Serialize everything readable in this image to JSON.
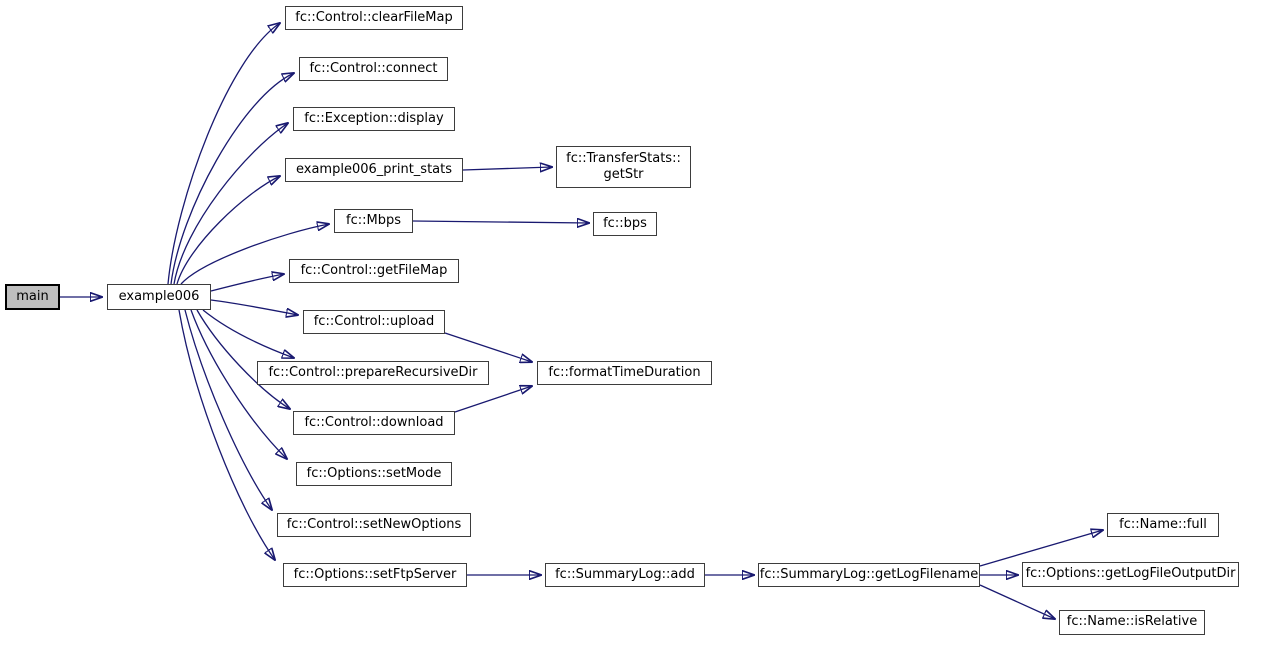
{
  "diagram": {
    "kind": "doxygen-call-graph",
    "colors": {
      "edge": "#191970",
      "node_border": "#3d3d3d",
      "node_fill": "#ffffff",
      "root_fill": "#bfbfbf",
      "background": "#ffffff"
    },
    "nodes": {
      "main": {
        "label": "main"
      },
      "example006": {
        "label": "example006"
      },
      "clearFileMap": {
        "label": "fc::Control::clearFileMap"
      },
      "connect": {
        "label": "fc::Control::connect"
      },
      "display": {
        "label": "fc::Exception::display"
      },
      "printStats": {
        "label": "example006_print_stats"
      },
      "getStr": {
        "label": "fc::TransferStats::getStr",
        "line1": "fc::TransferStats::",
        "line2": "getStr"
      },
      "mbps": {
        "label": "fc::Mbps"
      },
      "bps": {
        "label": "fc::bps"
      },
      "getFileMap": {
        "label": "fc::Control::getFileMap"
      },
      "upload": {
        "label": "fc::Control::upload"
      },
      "prepareRecursiveDir": {
        "label": "fc::Control::prepareRecursiveDir"
      },
      "formatTimeDuration": {
        "label": "fc::formatTimeDuration"
      },
      "download": {
        "label": "fc::Control::download"
      },
      "setMode": {
        "label": "fc::Options::setMode"
      },
      "setNewOptions": {
        "label": "fc::Control::setNewOptions"
      },
      "setFtpServer": {
        "label": "fc::Options::setFtpServer"
      },
      "summaryLogAdd": {
        "label": "fc::SummaryLog::add"
      },
      "getLogFilename": {
        "label": "fc::SummaryLog::getLogFilename"
      },
      "nameFull": {
        "label": "fc::Name::full"
      },
      "getLogFileOutputDir": {
        "label": "fc::Options::getLogFileOutputDir"
      },
      "isRelative": {
        "label": "fc::Name::isRelative"
      }
    },
    "edges": [
      [
        "main",
        "example006"
      ],
      [
        "example006",
        "clearFileMap"
      ],
      [
        "example006",
        "connect"
      ],
      [
        "example006",
        "display"
      ],
      [
        "example006",
        "printStats"
      ],
      [
        "example006",
        "mbps"
      ],
      [
        "example006",
        "getFileMap"
      ],
      [
        "example006",
        "upload"
      ],
      [
        "example006",
        "prepareRecursiveDir"
      ],
      [
        "example006",
        "download"
      ],
      [
        "example006",
        "setMode"
      ],
      [
        "example006",
        "setNewOptions"
      ],
      [
        "example006",
        "setFtpServer"
      ],
      [
        "printStats",
        "getStr"
      ],
      [
        "mbps",
        "bps"
      ],
      [
        "upload",
        "formatTimeDuration"
      ],
      [
        "download",
        "formatTimeDuration"
      ],
      [
        "setFtpServer",
        "summaryLogAdd"
      ],
      [
        "summaryLogAdd",
        "getLogFilename"
      ],
      [
        "getLogFilename",
        "nameFull"
      ],
      [
        "getLogFilename",
        "getLogFileOutputDir"
      ],
      [
        "getLogFilename",
        "isRelative"
      ]
    ]
  }
}
